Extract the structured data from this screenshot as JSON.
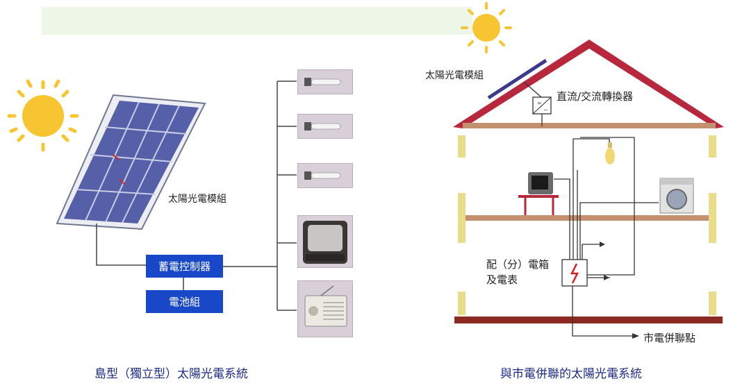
{
  "left": {
    "module_label": "太陽光電模組",
    "controller_label": "蓄電控制器",
    "battery_label": "電池組",
    "caption": "島型（獨立型）太陽光電系統",
    "loads": [
      "lamp-icon",
      "lamp-icon",
      "lamp-icon",
      "television-icon",
      "radio-icon"
    ]
  },
  "right": {
    "module_label": "太陽光電模組",
    "inverter_label": "直流/交流轉換器",
    "panel_label_1": "配（分）電箱",
    "panel_label_2": "及電表",
    "grid_label": "市電併聯點",
    "caption": "與市電併聯的太陽光電系統"
  },
  "colors": {
    "sun": "#f7c531",
    "panel": "#5560a8",
    "box_blue": "#1848c8",
    "roof": "#b8283c",
    "floor": "#8b2a22",
    "wall": "#e9dc8a",
    "caption": "#1b2a8a"
  }
}
